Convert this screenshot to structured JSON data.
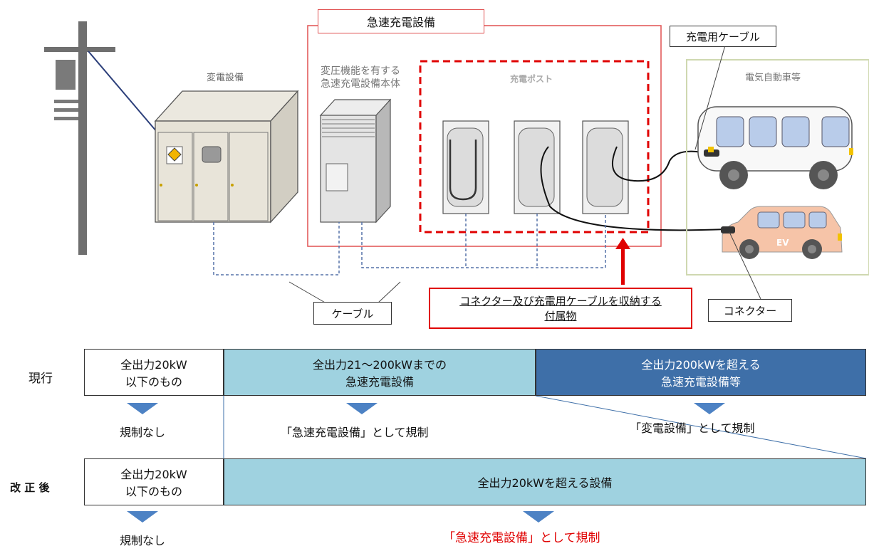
{
  "diagram": {
    "substation_label": "変電設備",
    "quick_charger_group_label": "急速充電設備",
    "charger_main_unit_label_line1": "変圧機能を有する",
    "charger_main_unit_label_line2": "急速充電設備本体",
    "charging_post_label": "充電ポスト",
    "charging_cable_label": "充電用ケーブル",
    "ev_group_label": "電気自動車等",
    "ev_car_text": "EV",
    "cable_label": "ケーブル",
    "accessory_label_line1": "コネクター及び充電用ケーブルを収納する",
    "accessory_label_line2": "付属物",
    "connector_label": "コネクター"
  },
  "table": {
    "current_row_label": "現行",
    "revised_row_label": "改 正 後",
    "current": {
      "low": {
        "line1": "全出力20kW",
        "line2": "以下のもの",
        "result": "規制なし"
      },
      "mid": {
        "line1": "全出力21～200kWまでの",
        "line2": "急速充電設備",
        "result": "「急速充電設備」として規制"
      },
      "high": {
        "line1": "全出力200kWを超える",
        "line2": "急速充電設備等",
        "result": "「変電設備」として規制"
      }
    },
    "revised": {
      "low": {
        "line1": "全出力20kW",
        "line2": "以下のもの",
        "result": "規制なし"
      },
      "high": {
        "label": "全出力20kWを超える設備",
        "result": "「急速充電設備」として規制"
      }
    }
  },
  "colors": {
    "group_border": "#e05050",
    "dashed_red": "#e00000",
    "accent_red": "#e00000",
    "light_blue": "#9fd2e0",
    "dark_blue": "#3e6fa8",
    "arrow_blue": "#4d82c4",
    "cable_dash": "#5572a8"
  }
}
